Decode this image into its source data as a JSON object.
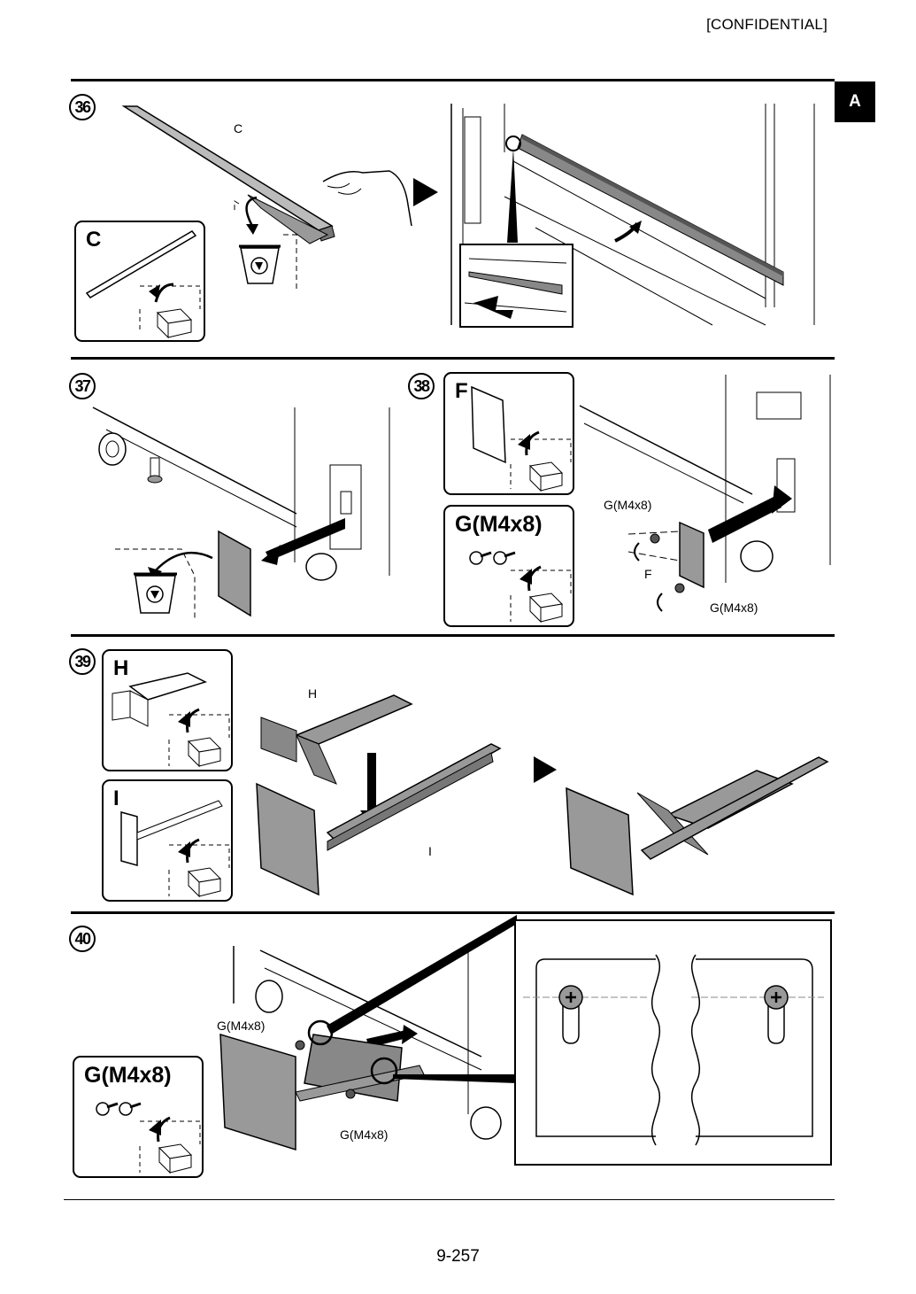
{
  "header": {
    "confidential": "[CONFIDENTIAL]",
    "section_tab": "A"
  },
  "steps": [
    {
      "number": "36",
      "part_box": "C",
      "callouts": [
        "C"
      ]
    },
    {
      "number": "37"
    },
    {
      "number": "38",
      "part_boxes": [
        "F",
        "G(M4x8)"
      ],
      "callouts": [
        "G(M4x8)",
        "F",
        "G(M4x8)"
      ]
    },
    {
      "number": "39",
      "part_boxes": [
        "H",
        "I"
      ],
      "callouts": [
        "H",
        "I"
      ]
    },
    {
      "number": "40",
      "part_box": "G(M4x8)",
      "callouts": [
        "G(M4x8)",
        "G(M4x8)"
      ]
    }
  ],
  "footer": {
    "page_number": "9-257"
  }
}
